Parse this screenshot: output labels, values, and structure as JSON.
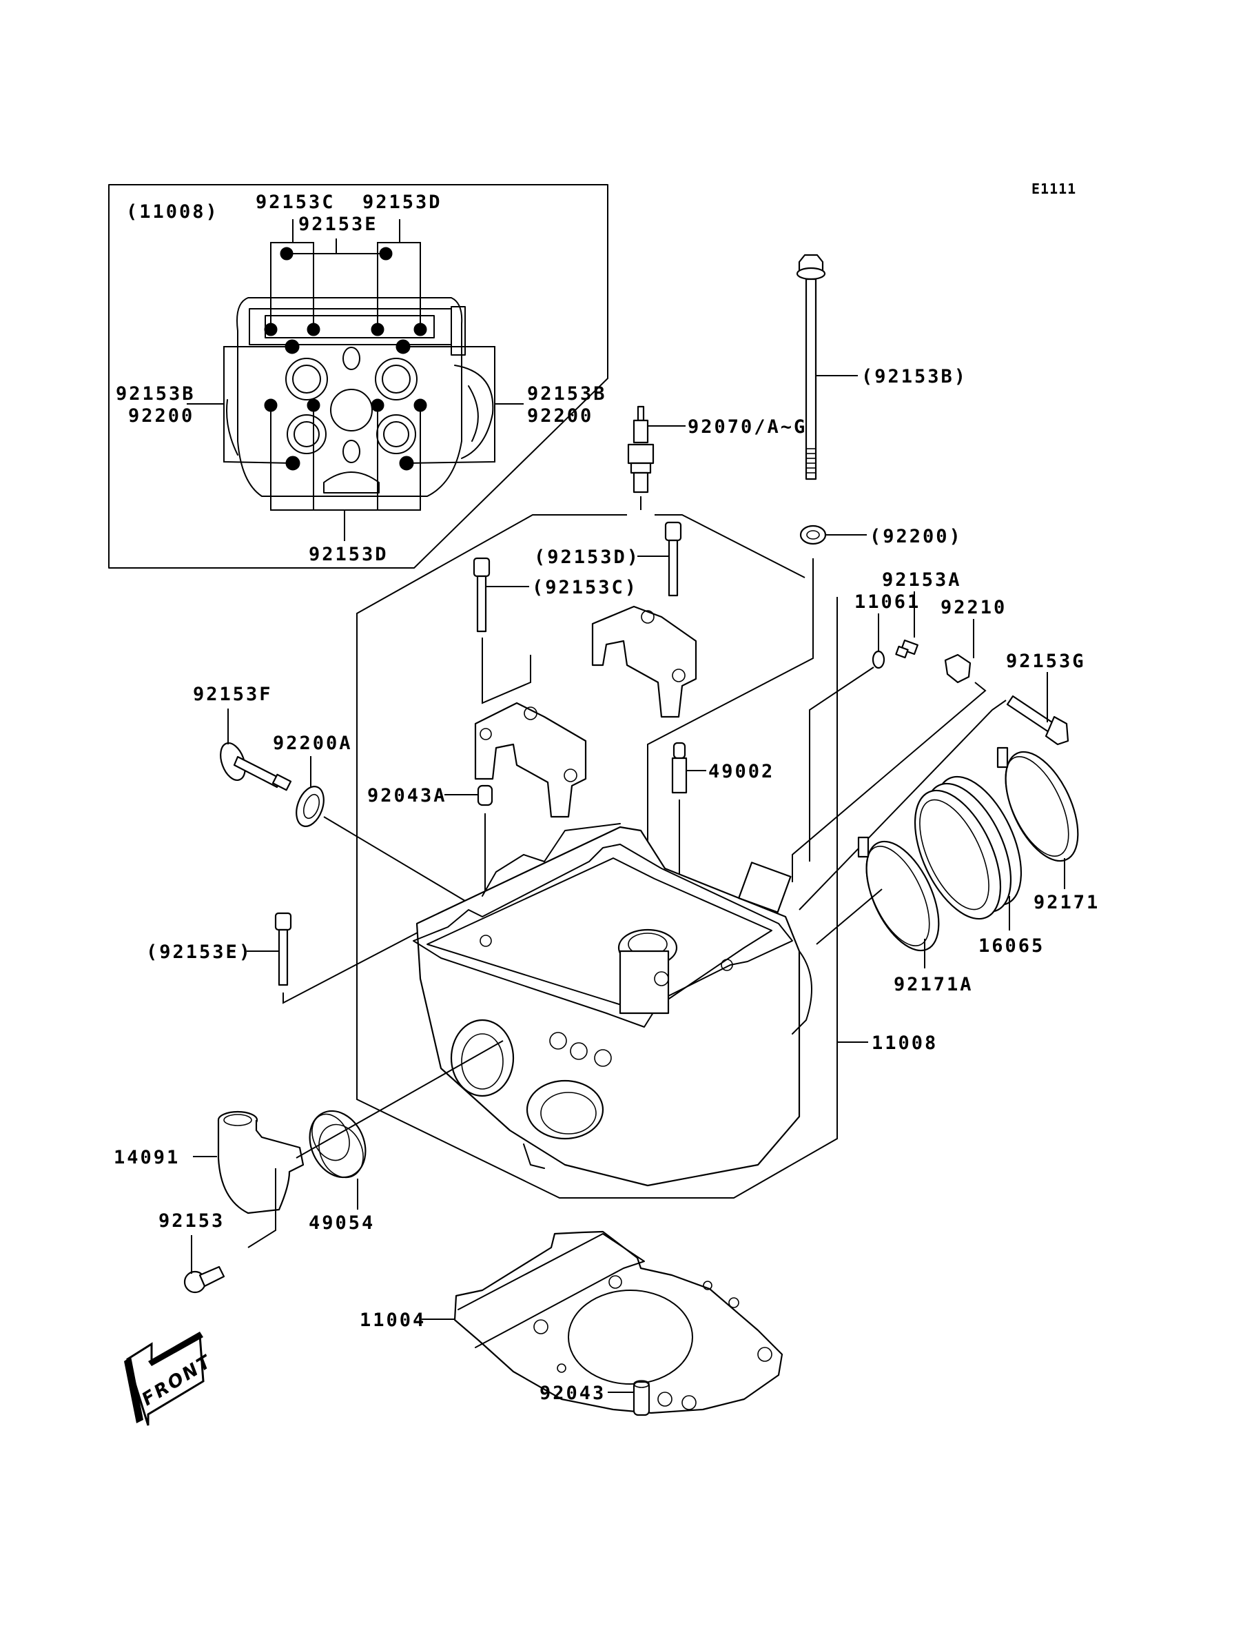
{
  "diagram": {
    "title": "Cylinder Head",
    "figure_code": "E1111",
    "front_indicator": "FRONT",
    "inset": {
      "assembly_ref": "(11008)",
      "labels": {
        "top_left": "92153C",
        "top_right": "92153D",
        "top_center": "92153E",
        "left_1": "92153B",
        "left_2": "92200",
        "right_1": "92153B",
        "right_2": "92200",
        "bottom": "92153D"
      }
    },
    "parts": {
      "head_bolt_long": "(92153B)",
      "spark_plug": "92070/A~G",
      "head_washer": "(92200)",
      "cam_cap_bolt_d": "(92153D)",
      "cam_cap_bolt_c": "(92153C)",
      "washer_11061": "11061",
      "bolt_92153a": "92153A",
      "nut_92210": "92210",
      "bolt_92153g": "92153G",
      "bolt_92153f": "92153F",
      "washer_92200a": "92200A",
      "dowel_pin_a": "92043A",
      "valve_49002": "49002",
      "bolt_92153e": "(92153E)",
      "clamp_92171": "92171",
      "holder_16065": "16065",
      "clamp_92171a": "92171A",
      "cylinder_head": "11008",
      "water_pipe": "14091",
      "thermostat": "49054",
      "bolt_92153": "92153",
      "head_gasket": "11004",
      "dowel_pin": "92043"
    }
  }
}
